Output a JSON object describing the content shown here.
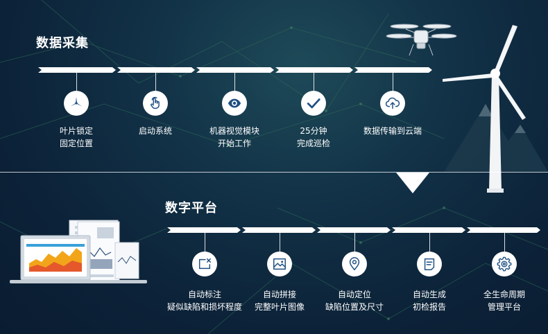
{
  "sections": {
    "collect": {
      "title": "数据采集",
      "steps": [
        {
          "line1": "叶片锁定",
          "line2": "固定位置",
          "icon": "turbine-icon"
        },
        {
          "line1": "启动系统",
          "line2": "",
          "icon": "touch-icon"
        },
        {
          "line1": "机器视觉模块",
          "line2": "开始工作",
          "icon": "eye-icon"
        },
        {
          "line1": "25分钟",
          "line2": "完成巡检",
          "icon": "check-icon"
        },
        {
          "line1": "数据传输到云端",
          "line2": "",
          "icon": "cloud-upload-icon"
        }
      ]
    },
    "platform": {
      "title": "数字平台",
      "steps": [
        {
          "line1": "自动标注",
          "line2": "疑似缺陷和损坏程度",
          "icon": "annotate-icon"
        },
        {
          "line1": "自动拼接",
          "line2": "完整叶片图像",
          "icon": "image-icon"
        },
        {
          "line1": "自动定位",
          "line2": "缺陷位置及尺寸",
          "icon": "location-pin-icon"
        },
        {
          "line1": "自动生成",
          "line2": "初检报告",
          "icon": "report-icon"
        },
        {
          "line1": "全生命周期",
          "line2": "管理平台",
          "icon": "gear-icon"
        }
      ]
    }
  },
  "colors": {
    "icon": "#1f4f82",
    "background": "#0c2238"
  }
}
